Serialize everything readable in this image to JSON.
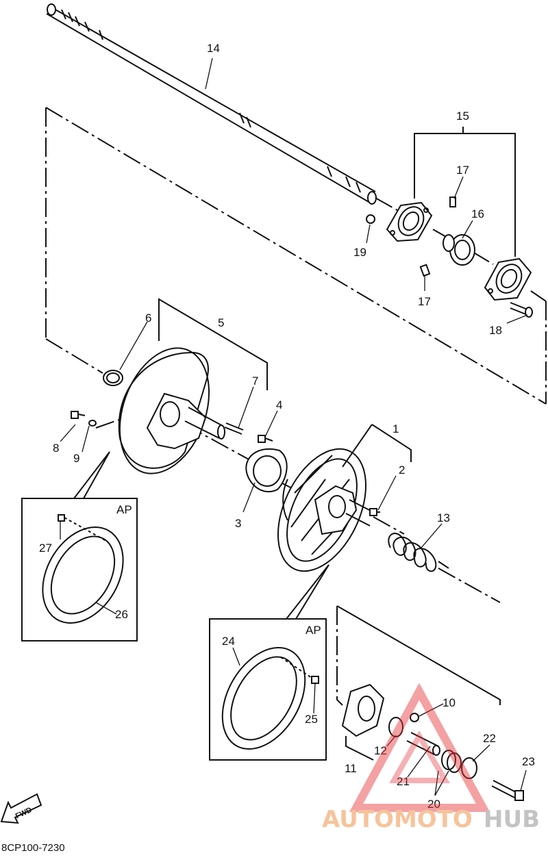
{
  "diagram": {
    "labels": {
      "p1": "1",
      "p2": "2",
      "p3": "3",
      "p4": "4",
      "p5": "5",
      "p6": "6",
      "p7": "7",
      "p8": "8",
      "p9": "9",
      "p10": "10",
      "p11": "11",
      "p12": "12",
      "p13": "13",
      "p14": "14",
      "p15": "15",
      "p16": "16",
      "p17a": "17",
      "p17b": "17",
      "p18": "18",
      "p19": "19",
      "p20": "20",
      "p21": "21",
      "p22": "22",
      "p23": "23",
      "p24": "24",
      "p25": "25",
      "p26": "26",
      "p27": "27"
    },
    "inset_left_tag": "AP",
    "inset_right_tag": "AP",
    "fwd": "FWD",
    "diagram_code": "8CP100-7230"
  },
  "watermark": {
    "part1": "AUTOMOTO",
    "part2": "HUB",
    "color_primary": "#f6b98a",
    "color_secondary": "#b9b9b9",
    "triangle_color": "#e8343a"
  }
}
